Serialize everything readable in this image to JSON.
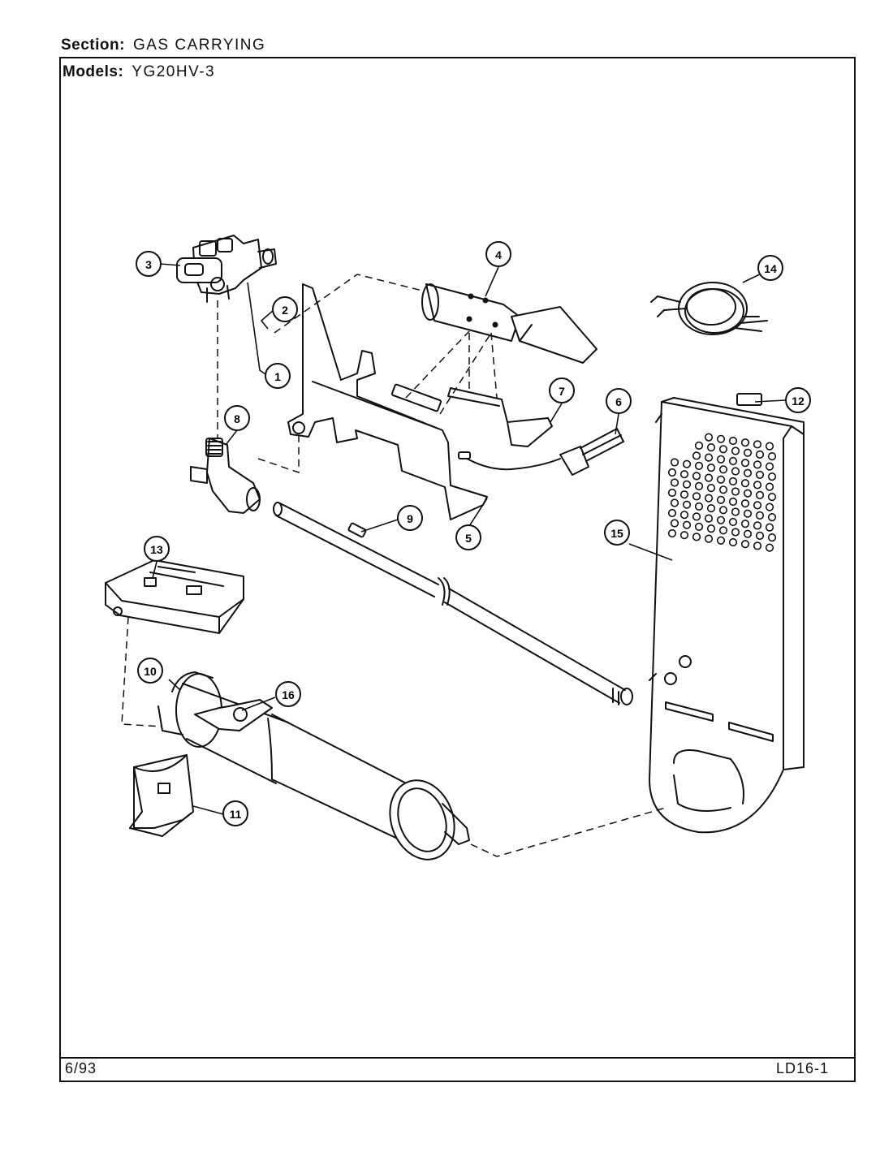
{
  "header": {
    "section_label": "Section:",
    "section_value": "GAS CARRYING",
    "models_label": "Models:",
    "models_value": "YG20HV-3"
  },
  "footer": {
    "date": "6/93",
    "page_code": "LD16-1"
  },
  "callouts": [
    "1",
    "2",
    "3",
    "4",
    "5",
    "6",
    "7",
    "8",
    "9",
    "10",
    "11",
    "12",
    "13",
    "14",
    "15",
    "16"
  ],
  "colors": {
    "ink": "#111111",
    "paper": "#ffffff"
  }
}
